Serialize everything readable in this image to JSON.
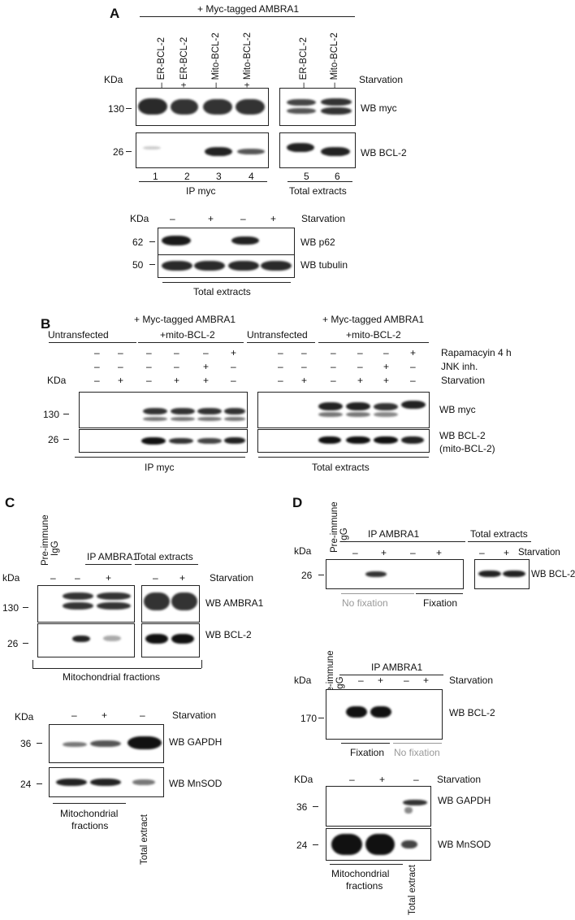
{
  "panels": {
    "A": {
      "letter": "A",
      "header": "+ Myc-tagged AMBRA1",
      "kda": "KDa",
      "lane_labels": [
        "ER-BCL-2",
        "ER-BCL-2",
        "Mito-BCL-2",
        "Mito-BCL-2",
        "ER-BCL-2",
        "Mito-BCL-2"
      ],
      "starvation_signs": [
        "–",
        "+",
        "–",
        "+",
        "–",
        "–"
      ],
      "starvation_label": "Starvation",
      "markers": [
        "130",
        "26"
      ],
      "blot_labels": [
        "WB myc",
        "WB BCL-2"
      ],
      "lane_numbers": [
        "1",
        "2",
        "3",
        "4",
        "5",
        "6"
      ],
      "group_labels": [
        "IP myc",
        "Total extracts"
      ],
      "lower": {
        "kda": "KDa",
        "starvation_signs": [
          "–",
          "+",
          "–",
          "+"
        ],
        "starvation_label": "Starvation",
        "markers": [
          "62",
          "50"
        ],
        "blot_labels": [
          "WB p62",
          "WB tubulin"
        ],
        "group_label": "Total extracts"
      }
    },
    "B": {
      "letter": "B",
      "header_left": "+ Myc-tagged AMBRA1",
      "header_right": "+ Myc-tagged AMBRA1",
      "untransfected": "Untransfected",
      "mito": "+mito-BCL-2",
      "treatments": [
        "Rapamacyin 4 h",
        "JNK inh.",
        "Starvation"
      ],
      "rapamycin_signs": [
        "–",
        "–",
        "–",
        "–",
        "–",
        "+"
      ],
      "jnk_signs": [
        "–",
        "–",
        "–",
        "–",
        "+",
        "–"
      ],
      "starvation_signs": [
        "–",
        "+",
        "–",
        "+",
        "+",
        "–"
      ],
      "kda": "KDa",
      "markers": [
        "130",
        "26"
      ],
      "blot_labels": [
        "WB myc",
        "WB BCL-2",
        "(mito-BCL-2)"
      ],
      "group_labels": [
        "IP myc",
        "Total extracts"
      ]
    },
    "C": {
      "letter": "C",
      "preimmune": "Pre-immune",
      "igg": "IgG",
      "ip_label": "IP AMBRA1",
      "total_label": "Total extracts",
      "kda": "kDa",
      "starvation_signs": [
        "–",
        "–",
        "+",
        "–",
        "+"
      ],
      "starvation_label": "Starvation",
      "markers": [
        "130",
        "26"
      ],
      "blot_labels": [
        "WB AMBRA1",
        "WB BCL-2"
      ],
      "mito_fractions": "Mitochondrial fractions",
      "lower": {
        "kda": "KDa",
        "starvation_signs": [
          "–",
          "+",
          "–"
        ],
        "starvation_label": "Starvation",
        "markers": [
          "36",
          "24"
        ],
        "blot_labels": [
          "WB GAPDH",
          "WB MnSOD"
        ],
        "mito_fractions_1": "Mitochondrial",
        "mito_fractions_2": "fractions",
        "total_extract": "Total extract"
      }
    },
    "D": {
      "letter": "D",
      "preimmune": "Pre-immune",
      "igg": "IgG",
      "ip_label": "IP AMBRA1",
      "total_label": "Total extracts",
      "kda": "kDa",
      "starvation_signs": [
        "–",
        "+",
        "–",
        "+",
        "–",
        "+"
      ],
      "starvation_label": "Starvation",
      "marker": "26",
      "blot_label": "WB BCL-2",
      "no_fixation": "No fixation",
      "fixation": "Fixation",
      "middle": {
        "preimmune": "Pre-immune",
        "igg": "IgG",
        "ip_label": "IP AMBRA1",
        "kda": "kDa",
        "starvation_signs": [
          "–",
          "+",
          "–",
          "+"
        ],
        "starvation_label": "Starvation",
        "marker": "170",
        "blot_label": "WB BCL-2",
        "fixation": "Fixation",
        "no_fixation": "No fixation"
      },
      "lower": {
        "kda": "KDa",
        "starvation_signs": [
          "–",
          "+",
          "–"
        ],
        "starvation_label": "Starvation",
        "markers": [
          "36",
          "24"
        ],
        "blot_labels": [
          "WB GAPDH",
          "WB MnSOD"
        ],
        "mito_fractions_1": "Mitochondrial",
        "mito_fractions_2": "fractions",
        "total_extract": "Total extract"
      }
    }
  }
}
